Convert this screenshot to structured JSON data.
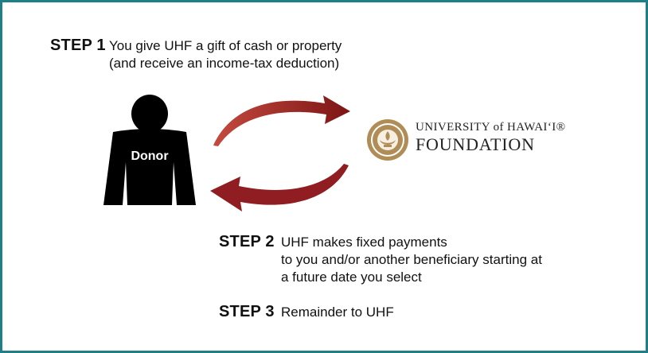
{
  "steps": [
    {
      "label": "STEP 1",
      "lines": [
        "You give UHF a gift of cash or property",
        "(and receive an income-tax deduction)"
      ]
    },
    {
      "label": "STEP 2",
      "lines": [
        "UHF makes fixed payments",
        "to you and/or another beneficiary starting at",
        "a future date you select"
      ]
    },
    {
      "label": "STEP 3",
      "lines": [
        "Remainder to UHF"
      ]
    }
  ],
  "donor": {
    "label": "Donor"
  },
  "foundation": {
    "name_top": "UNIVERSITY of HAWAI‘I®",
    "name_bottom": "FOUNDATION",
    "seal_icon": "university-seal-icon"
  },
  "colors": {
    "frame": "#1f7f86",
    "arrow": "#8f1d21",
    "donor": "#000000",
    "seal": "#b08d57"
  }
}
